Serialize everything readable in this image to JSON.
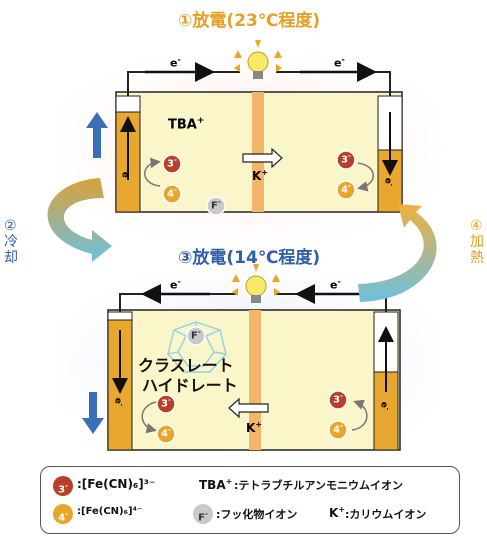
{
  "top_title": "①放電(23℃程度)",
  "bottom_title": "③放電(14℃程度)",
  "step2_num": "②",
  "step2_label": "冷却",
  "step4_num": "④",
  "step4_label": "加熱",
  "electron": "e",
  "electron_sup": "-",
  "tba": "TBA",
  "tba_sup": "+",
  "k": "K",
  "k_sup": "+",
  "f": "F",
  "f_sup": "-",
  "ion3": "3",
  "ion3_sup": "-",
  "ion4": "4",
  "ion4_sup": "-",
  "clathrate_line1": "クラスレート",
  "clathrate_line2": "ハイドレート",
  "legend": {
    "ion3_text": ":[Fe(CN)₆]³⁻",
    "tba_text": ":テトラブチルアンモニウムイオン",
    "ion4_text": ":[Fe(CN)₆]⁴⁻",
    "f_text": ":フッ化物イオン",
    "k_text": ":カリウムイオン"
  },
  "colors": {
    "ion3": "#b8402a",
    "ion4": "#e9a52a",
    "f": "#c9c9c9",
    "electrode": "#e8a72e",
    "membrane": "#f2b56a",
    "cell_fill": "#fbf6c9",
    "blue_arrow": "#3a6fb8"
  }
}
